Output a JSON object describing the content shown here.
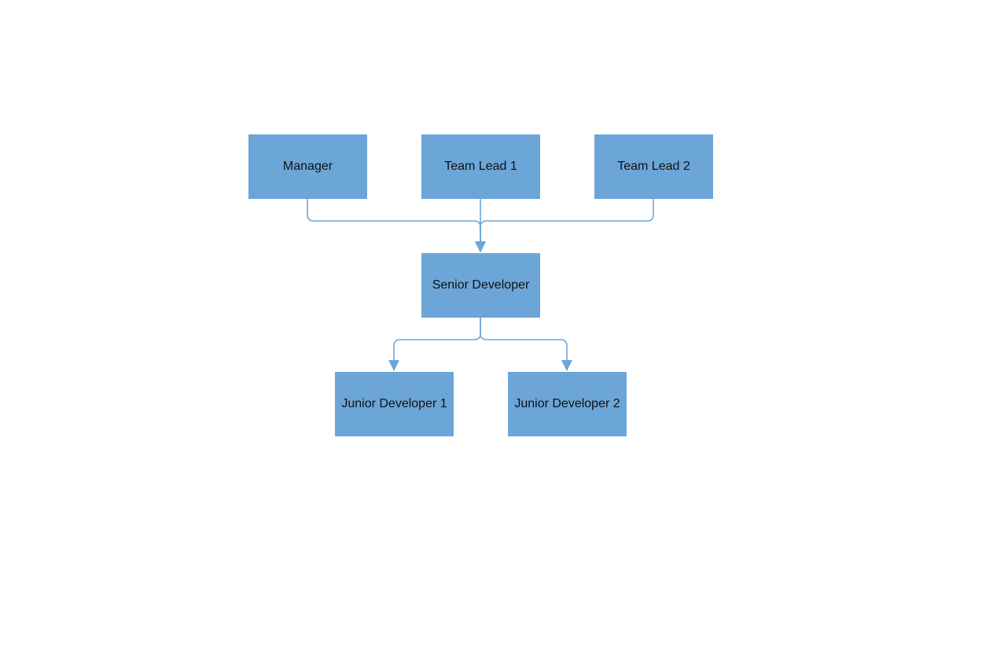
{
  "colors": {
    "node_fill": "#6ca5d8",
    "connector": "#6ca5d8",
    "text": "#111111",
    "background": "#ffffff"
  },
  "nodes": {
    "manager": {
      "label": "Manager"
    },
    "team_lead_1": {
      "label": "Team Lead 1"
    },
    "team_lead_2": {
      "label": "Team Lead 2"
    },
    "senior_developer": {
      "label": "Senior Developer"
    },
    "junior_developer_1": {
      "label": "Junior Developer 1"
    },
    "junior_developer_2": {
      "label": "Junior Developer 2"
    }
  },
  "edges": [
    {
      "from": "manager",
      "to": "senior_developer"
    },
    {
      "from": "team_lead_1",
      "to": "senior_developer"
    },
    {
      "from": "team_lead_2",
      "to": "senior_developer"
    },
    {
      "from": "senior_developer",
      "to": "junior_developer_1"
    },
    {
      "from": "senior_developer",
      "to": "junior_developer_2"
    }
  ]
}
